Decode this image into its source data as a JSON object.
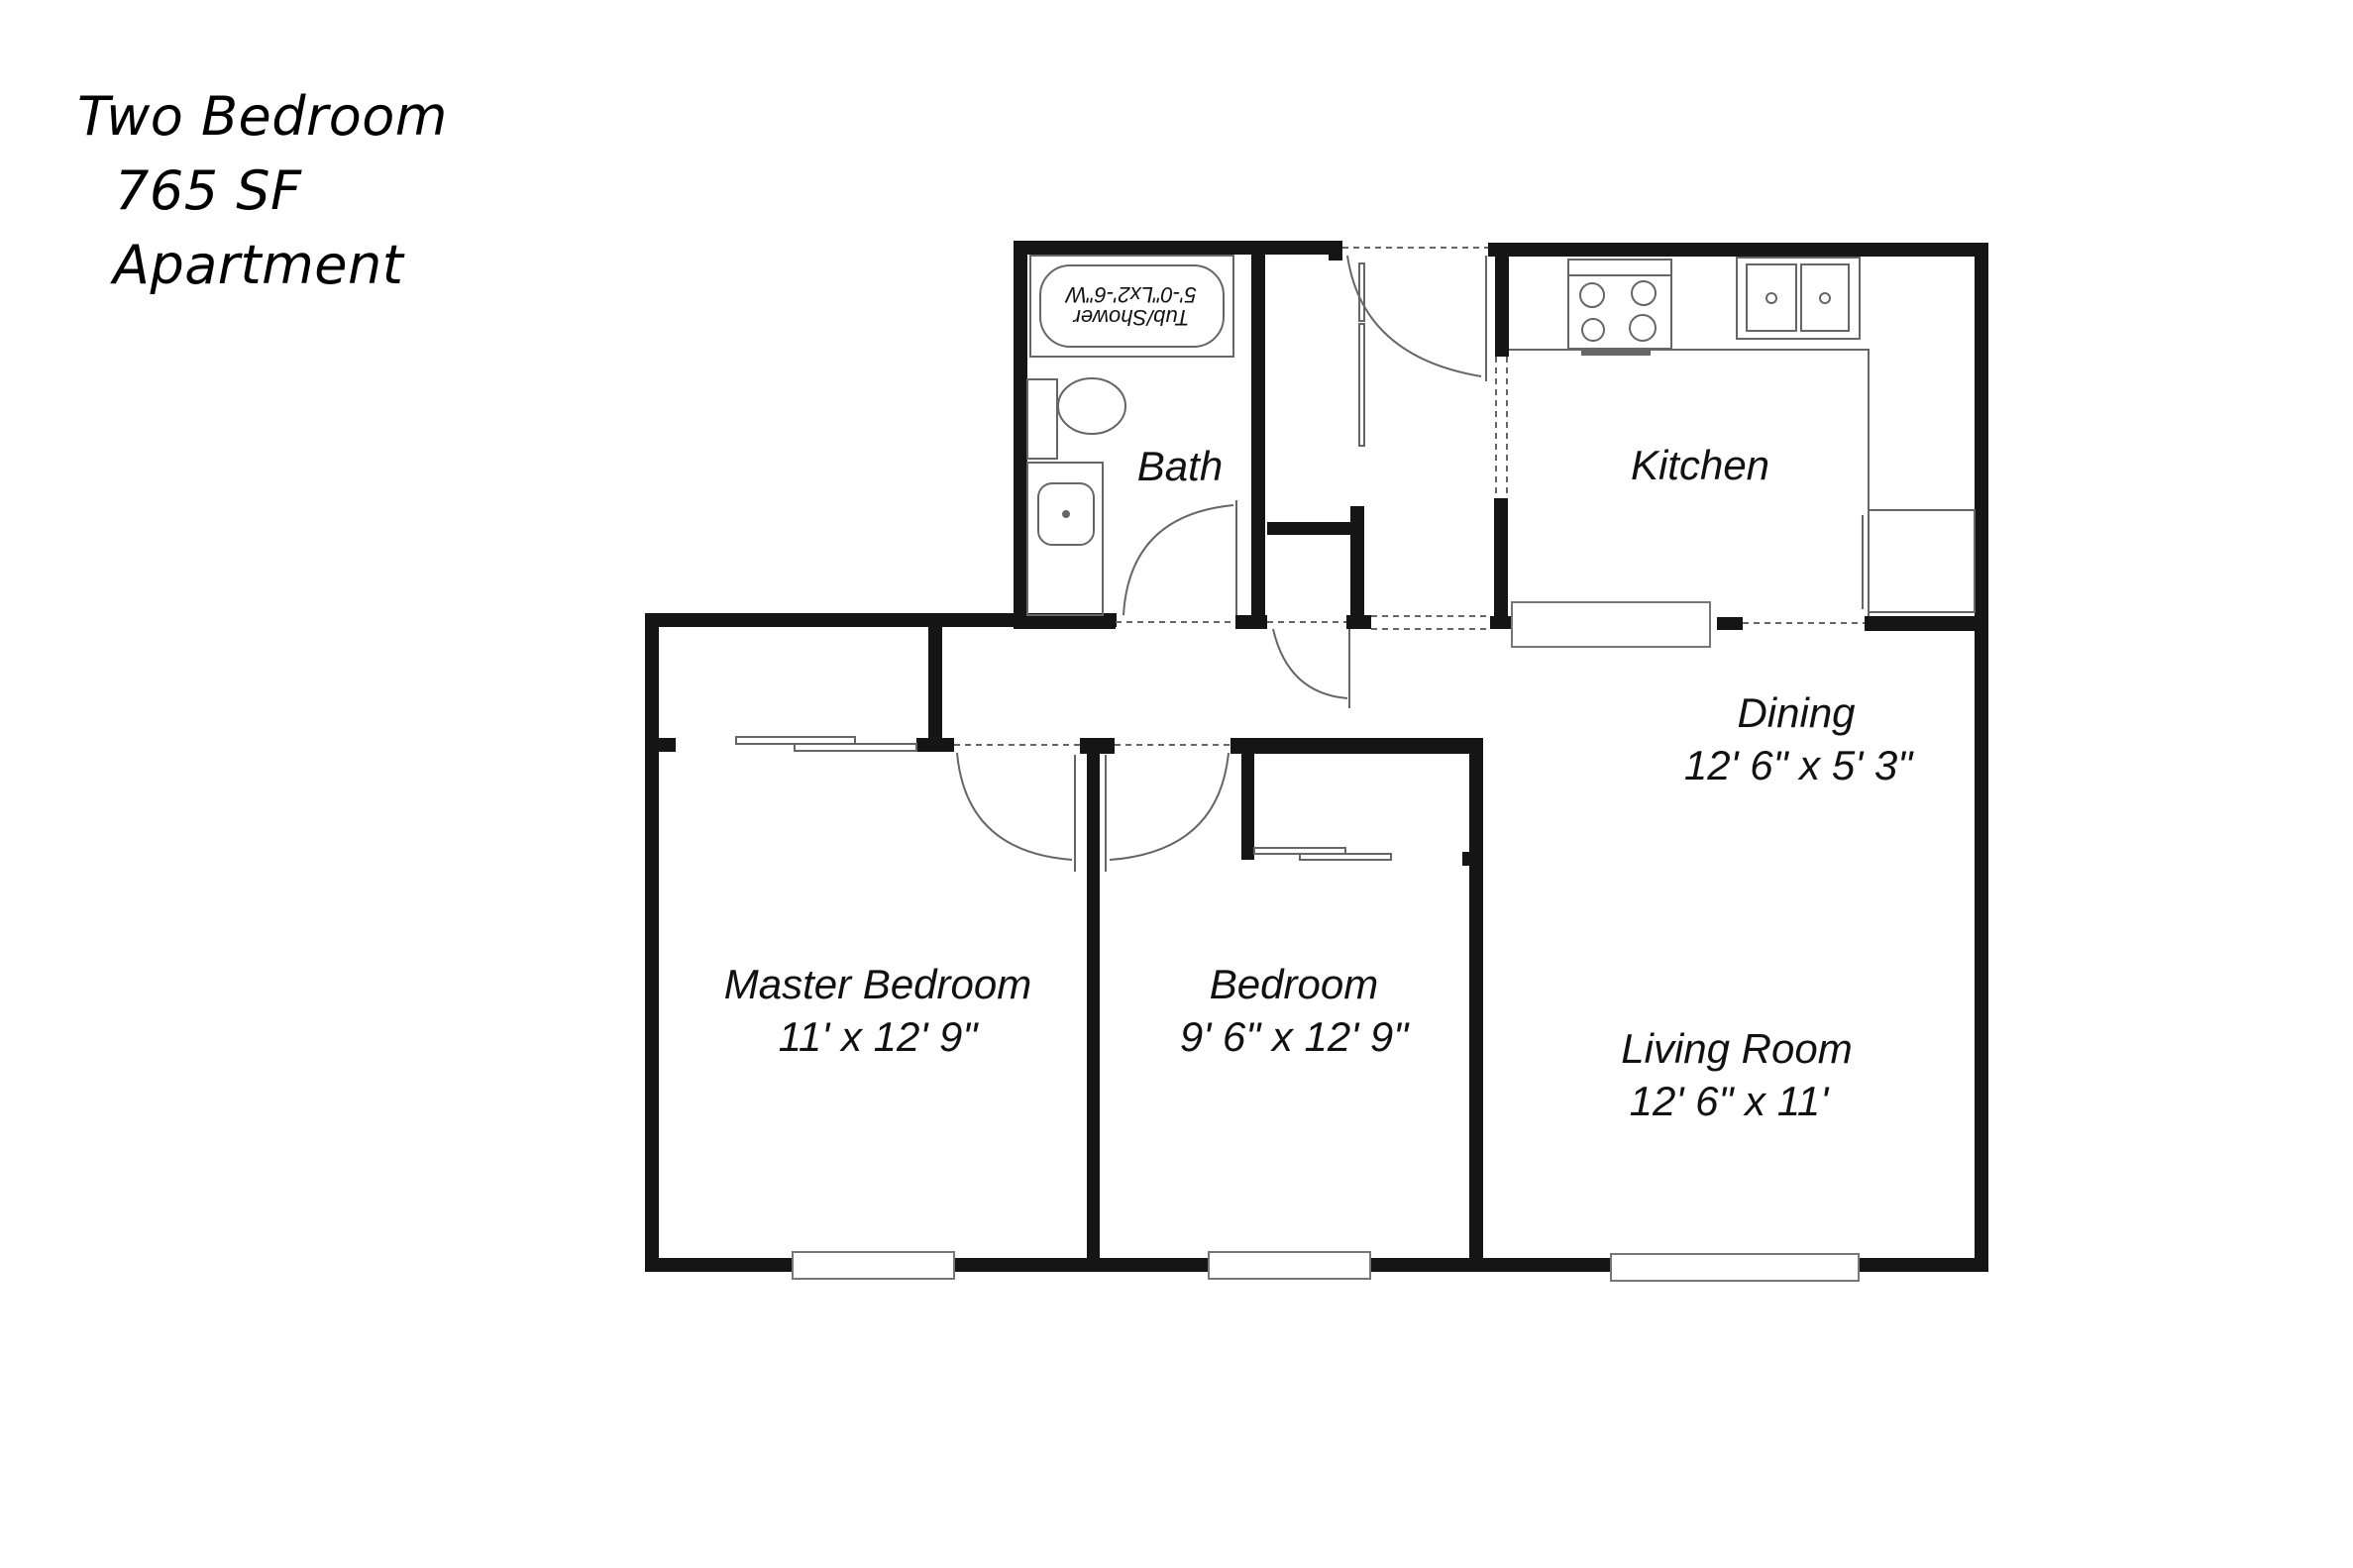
{
  "header": {
    "title_line1": "Two Bedroom",
    "title_line2": "765 SF",
    "title_line3": "Apartment"
  },
  "rooms": {
    "bath": {
      "name": "Bath"
    },
    "kitchen": {
      "name": "Kitchen"
    },
    "dining": {
      "name": "Dining",
      "dimensions": "12' 6\" x 5' 3\""
    },
    "master_bedroom": {
      "name": "Master Bedroom",
      "dimensions": "11' x 12' 9\""
    },
    "bedroom": {
      "name": "Bedroom",
      "dimensions": "9' 6\" x 12' 9\""
    },
    "living_room": {
      "name": "Living Room",
      "dimensions": "12' 6\" x 11'"
    }
  },
  "fixtures": {
    "tub": {
      "label_line1": "Tub/Shower",
      "label_line2": "5'-0\"Lx2'-6\"W"
    }
  },
  "colors": {
    "wall": "#111111",
    "line": "#555555",
    "background": "#ffffff"
  }
}
